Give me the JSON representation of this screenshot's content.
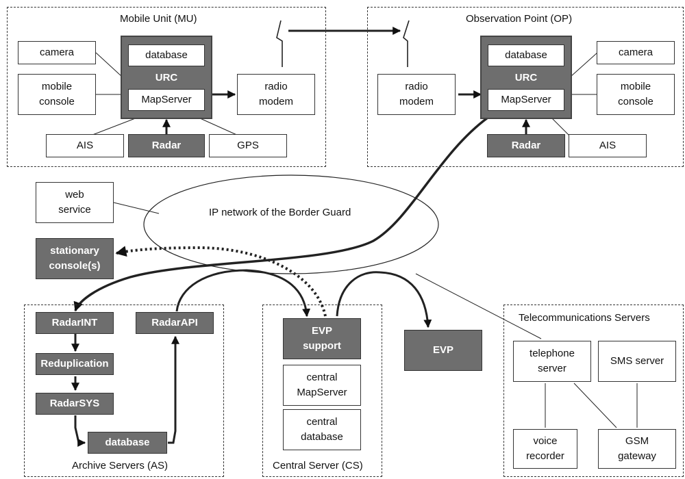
{
  "groups": {
    "mu": "Mobile Unit (MU)",
    "op": "Observation Point (OP)",
    "as": "Archive Servers (AS)",
    "cs": "Central Server (CS)",
    "ts": "Telecommunications Servers"
  },
  "network_label": "IP network of the Border Guard",
  "mu": {
    "camera": "camera",
    "mobile_console": "mobile\nconsole",
    "database": "database",
    "urc": "URC",
    "mapserver": "MapServer",
    "radio_modem": "radio\nmodem",
    "ais": "AIS",
    "radar": "Radar",
    "gps": "GPS"
  },
  "op": {
    "radio_modem": "radio\nmodem",
    "database": "database",
    "urc": "URC",
    "mapserver": "MapServer",
    "camera": "camera",
    "mobile_console": "mobile\nconsole",
    "radar": "Radar",
    "ais": "AIS"
  },
  "web_service": "web\nservice",
  "stationary_console": "stationary\nconsole(s)",
  "as": {
    "radarint": "RadarINT",
    "reduplication": "Reduplication",
    "radarsys": "RadarSYS",
    "database": "database",
    "radarapi": "RadarAPI"
  },
  "cs": {
    "evp_support": "EVP\nsupport",
    "central_mapserver": "central\nMapServer",
    "central_database": "central\ndatabase"
  },
  "evp": "EVP",
  "ts": {
    "telephone_server": "telephone\nserver",
    "sms_server": "SMS server",
    "voice_recorder": "voice\nrecorder",
    "gsm_gateway": "GSM\ngateway"
  }
}
